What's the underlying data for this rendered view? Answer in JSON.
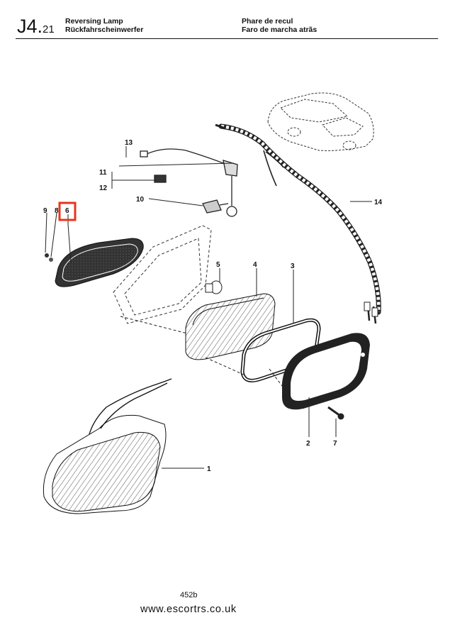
{
  "header": {
    "code_main": "J4.",
    "code_sub": "21",
    "title_line1": "Reversing Lamp",
    "title_line2": "Rückfahrscheinwerfer",
    "title_fr": "Phare de recul",
    "title_es": "Faro de marcha atrãs"
  },
  "callouts": {
    "c1": "1",
    "c2": "2",
    "c3": "3",
    "c4": "4",
    "c5": "5",
    "c6": "6",
    "c7": "7",
    "c8": "8",
    "c9": "9",
    "c10": "10",
    "c11": "11",
    "c12": "12",
    "c13": "13",
    "c14": "14"
  },
  "highlight": {
    "part": "6",
    "color": "#e8341c"
  },
  "footer": {
    "ref": "452b",
    "url": "www.escortrs.co.uk"
  }
}
